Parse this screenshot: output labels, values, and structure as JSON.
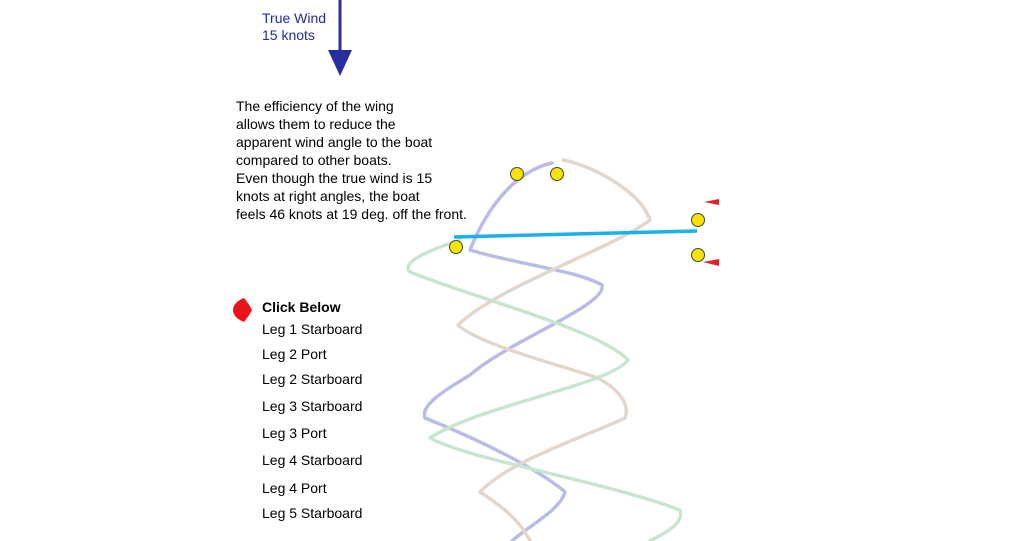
{
  "wind": {
    "title": "True Wind",
    "speed": "15 knots",
    "arrow_color": "#2a2f9e"
  },
  "explanation": {
    "lines": [
      "The efficiency of the wing",
      "allows them to reduce the",
      "apparent wind angle to the boat",
      "compared to other boats.",
      "Even though the true wind is 15",
      "knots at right angles, the boat",
      "feels 46 knots at 19 deg. off the front."
    ]
  },
  "menu": {
    "heading": "Click Below",
    "marker_color": "#e8141b",
    "legs": [
      "Leg 1 Starboard",
      "Leg 2 Port",
      "Leg 2 Starboard",
      "Leg 3 Starboard",
      "Leg 3 Port",
      "Leg 4 Starboard",
      "Leg 4 Port",
      "Leg 5 Starboard"
    ]
  },
  "colors": {
    "track_blue": "#b9bde6",
    "track_tan": "#e3d6cc",
    "track_green": "#c8e6cf",
    "course_line": "#1ab0ec",
    "buoy": "#f5e400",
    "flag": "#d9262b"
  }
}
